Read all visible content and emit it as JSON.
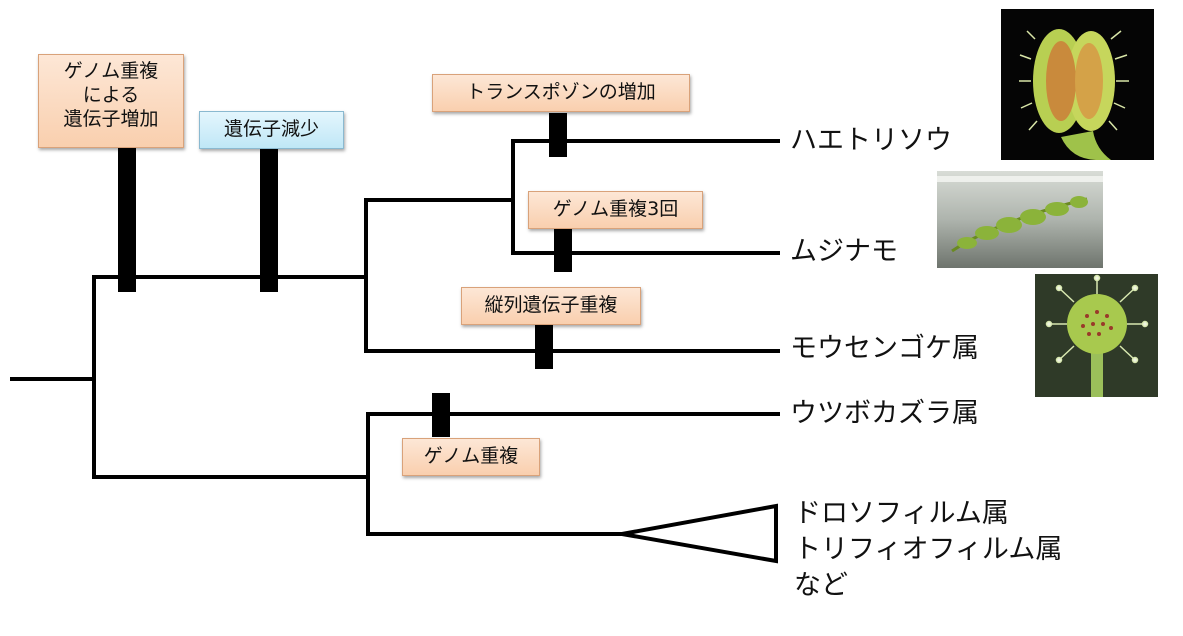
{
  "events": {
    "genome_dup_gene_increase": [
      "ゲノム重複",
      "による",
      "遺伝子増加"
    ],
    "gene_loss": "遺伝子減少",
    "transposon_increase": "トランスポゾンの増加",
    "genome_dup_3x": "ゲノム重複3回",
    "tandem_dup": "縦列遺伝子重複",
    "genome_dup": "ゲノム重複"
  },
  "taxa": {
    "venus_flytrap": "ハエトリソウ",
    "waterwheel": "ムジナモ",
    "drosera": "モウセンゴケ属",
    "utricularia": "ウツボカズラ属",
    "others": [
      "ドロソフィルム属",
      "トリフィオフィルム属",
      "など"
    ]
  },
  "colors": {
    "branch": "#000000",
    "tag_orange": "#fbdcc4",
    "tag_blue": "#d3f0fb"
  }
}
